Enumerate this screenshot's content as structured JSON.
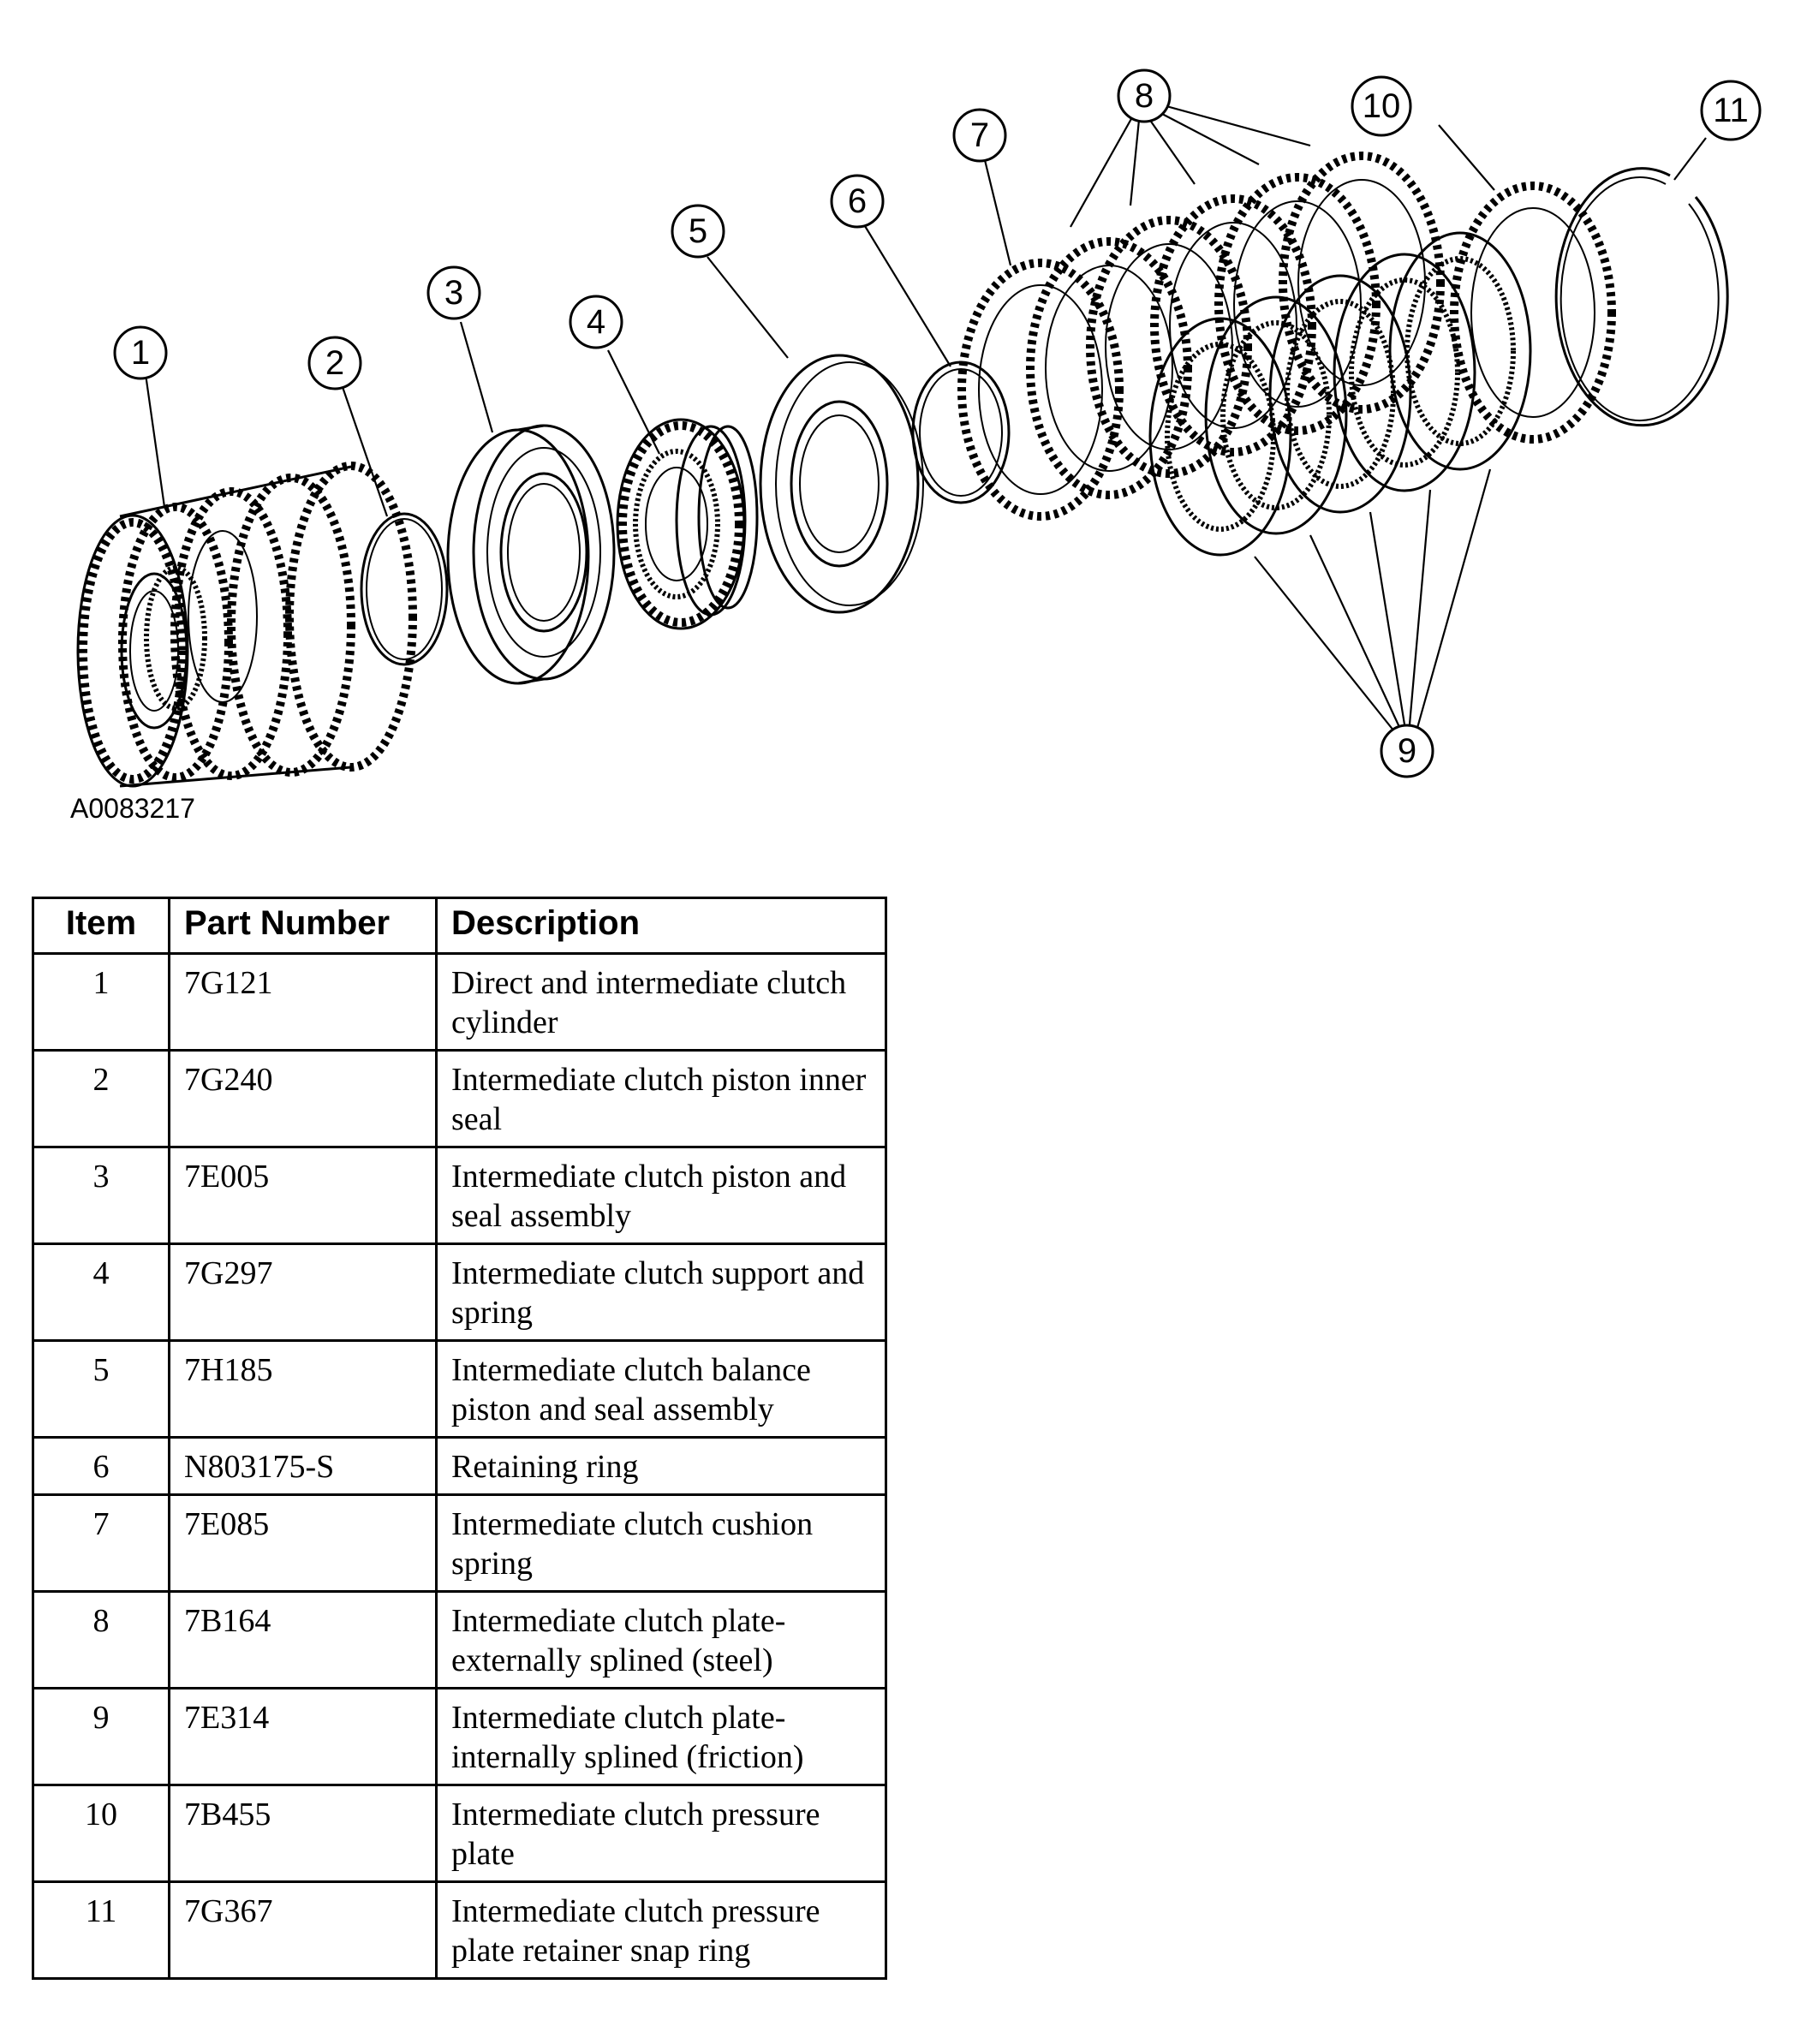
{
  "figure_id": "A0083217",
  "callouts": [
    "1",
    "2",
    "3",
    "4",
    "5",
    "6",
    "7",
    "8",
    "9",
    "10",
    "11"
  ],
  "table": {
    "headers": {
      "item": "Item",
      "part_number": "Part Number",
      "description": "Description"
    },
    "rows": [
      {
        "item": "1",
        "part_number": "7G121",
        "description": "Direct and intermediate clutch cylinder"
      },
      {
        "item": "2",
        "part_number": "7G240",
        "description": "Intermediate clutch piston inner seal"
      },
      {
        "item": "3",
        "part_number": "7E005",
        "description": "Intermediate clutch piston and seal assembly"
      },
      {
        "item": "4",
        "part_number": "7G297",
        "description": "Intermediate clutch support and spring"
      },
      {
        "item": "5",
        "part_number": "7H185",
        "description": "Intermediate clutch balance piston and seal assembly"
      },
      {
        "item": "6",
        "part_number": "N803175-S",
        "description": "Retaining ring"
      },
      {
        "item": "7",
        "part_number": "7E085",
        "description": "Intermediate clutch cushion spring"
      },
      {
        "item": "8",
        "part_number": "7B164",
        "description": "Intermediate clutch plate-externally splined (steel)"
      },
      {
        "item": "9",
        "part_number": "7E314",
        "description": "Intermediate clutch plate-internally splined (friction)"
      },
      {
        "item": "10",
        "part_number": "7B455",
        "description": "Intermediate clutch pressure plate"
      },
      {
        "item": "11",
        "part_number": "7G367",
        "description": "Intermediate clutch pressure plate retainer snap ring"
      }
    ]
  }
}
